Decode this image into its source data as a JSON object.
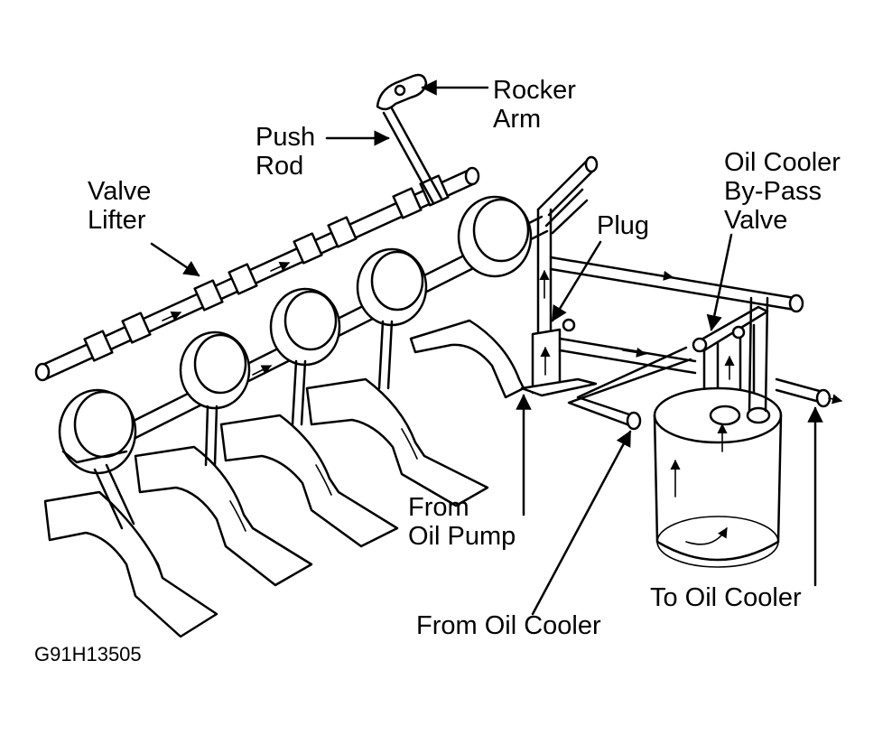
{
  "figure_id": "G91H13505",
  "labels": {
    "rocker_arm": [
      "Rocker",
      "Arm"
    ],
    "push_rod": [
      "Push",
      "Rod"
    ],
    "valve_lifter": [
      "Valve",
      "Lifter"
    ],
    "oil_cooler_bypass_valve": [
      "Oil Cooler",
      "By-Pass",
      "Valve"
    ],
    "plug": "Plug",
    "from_oil_pump": [
      "From",
      "Oil Pump"
    ],
    "from_oil_cooler": "From Oil Cooler",
    "to_oil_cooler": "To Oil Cooler"
  }
}
